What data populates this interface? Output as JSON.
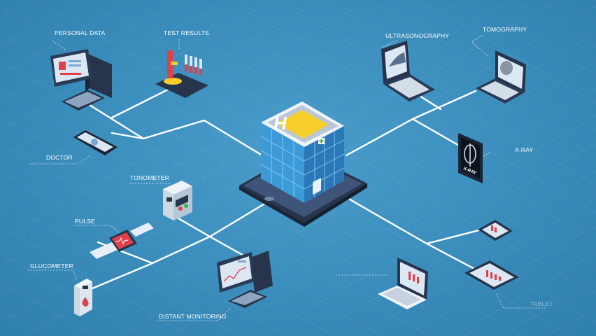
{
  "labels": {
    "personal_data": "PERSONAL DATA",
    "test_results": "TEST RESULTS",
    "ultrasonography": "ULTRASONOGRAPHY",
    "tomography": "TOMOGRAPHY",
    "doctor": "DOCTOR",
    "xray": "X-RAY",
    "tonometer": "TONOMETER",
    "pulse": "PULSE",
    "glucometer": "GLUCOMETER",
    "distant_monitoring": "DISTANT MONITORING",
    "tablet": "TABLET"
  },
  "device_text": {
    "xray_plate": "X-RAY",
    "helipad_letter": "H"
  },
  "icons": {
    "hospital": "hospital-building-icon",
    "personal_data": "desktop-computer-icon",
    "test_results": "microscope-test-tubes-icon",
    "ultrasonography": "laptop-ultrasound-icon",
    "tomography": "laptop-brain-scan-icon",
    "doctor": "smartphone-doctor-icon",
    "xray": "xray-plate-icon",
    "tonometer": "blood-pressure-monitor-icon",
    "pulse": "smartwatch-heart-icon",
    "glucometer": "glucometer-icon",
    "distant_monitoring": "desktop-monitoring-icon",
    "tablet": "tablet-chart-icon",
    "phone": "smartphone-chart-icon",
    "laptop": "laptop-chart-icon"
  },
  "colors": {
    "background": "#3c8fbd",
    "connector": "#ffffff",
    "device_dark": "#27364f",
    "screen": "#dbe8f4",
    "accent_red": "#e0404a",
    "accent_yellow": "#f7cf2d",
    "building_blue": "#3d9ad8"
  }
}
